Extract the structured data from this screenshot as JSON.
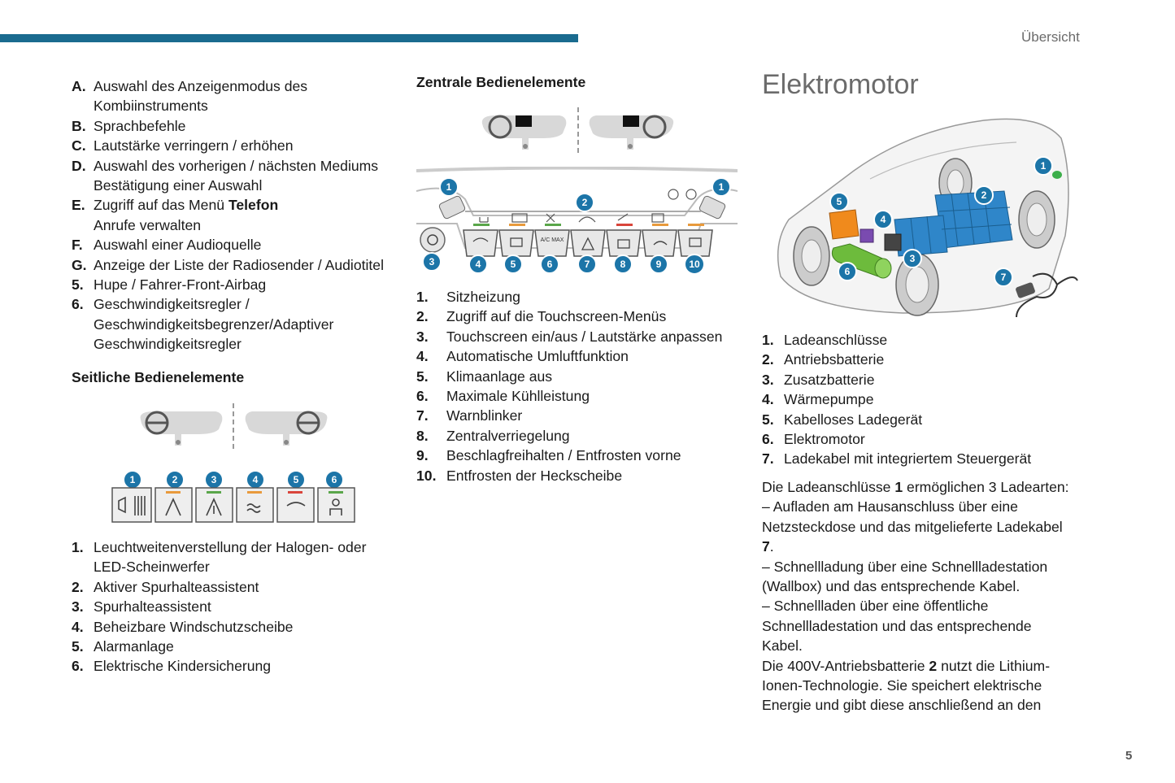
{
  "header": {
    "section": "Übersicht"
  },
  "footer": {
    "page_number": "5"
  },
  "col1": {
    "items": [
      {
        "key": "A.",
        "lines": [
          "Auswahl des Anzeigenmodus des",
          "Kombiinstruments"
        ]
      },
      {
        "key": "B.",
        "lines": [
          "Sprachbefehle"
        ]
      },
      {
        "key": "C.",
        "lines": [
          "Lautstärke verringern / erhöhen"
        ]
      },
      {
        "key": "D.",
        "lines": [
          "Auswahl des vorherigen / nächsten Mediums",
          "Bestätigung einer Auswahl"
        ]
      },
      {
        "key": "E.",
        "pre": "Zugriff auf das Menü ",
        "bold": "Telefon",
        "lines": [
          "Anrufe verwalten"
        ]
      },
      {
        "key": "F.",
        "lines": [
          "Auswahl einer Audioquelle"
        ]
      },
      {
        "key": "G.",
        "lines": [
          "Anzeige der Liste der Radiosender / Audiotitel"
        ]
      },
      {
        "key": "5.",
        "lines": [
          "Hupe / Fahrer-Front-Airbag"
        ]
      },
      {
        "key": "6.",
        "lines": [
          "Geschwindigkeitsregler /",
          "Geschwindigkeitsbegrenzer/Adaptiver",
          "Geschwindigkeitsregler"
        ]
      }
    ],
    "heading": "Seitliche Bedienelemente",
    "side_items": [
      {
        "key": "1.",
        "lines": [
          "Leuchtweitenverstellung der Halogen- oder",
          "LED-Scheinwerfer"
        ]
      },
      {
        "key": "2.",
        "lines": [
          "Aktiver Spurhalteassistent"
        ]
      },
      {
        "key": "3.",
        "lines": [
          "Spurhalteassistent"
        ]
      },
      {
        "key": "4.",
        "lines": [
          "Beheizbare Windschutzscheibe"
        ]
      },
      {
        "key": "5.",
        "lines": [
          "Alarmanlage"
        ]
      },
      {
        "key": "6.",
        "lines": [
          "Elektrische Kindersicherung"
        ]
      }
    ],
    "side_badges": [
      "1",
      "2",
      "3",
      "4",
      "5",
      "6"
    ],
    "side_icons": [
      "||D",
      "A OFF",
      "/|\\",
      "~~~",
      "OFF",
      "child"
    ]
  },
  "col2": {
    "heading": "Zentrale Bedienelemente",
    "items": [
      {
        "key": "1.",
        "lines": [
          "Sitzheizung"
        ]
      },
      {
        "key": "2.",
        "lines": [
          "Zugriff auf die Touchscreen-Menüs"
        ]
      },
      {
        "key": "3.",
        "lines": [
          "Touchscreen ein/aus / Lautstärke anpassen"
        ]
      },
      {
        "key": "4.",
        "lines": [
          "Automatische Umluftfunktion"
        ]
      },
      {
        "key": "5.",
        "lines": [
          "Klimaanlage aus"
        ]
      },
      {
        "key": "6.",
        "lines": [
          "Maximale Kühlleistung"
        ]
      },
      {
        "key": "7.",
        "lines": [
          "Warnblinker"
        ]
      },
      {
        "key": "8.",
        "lines": [
          "Zentralverriegelung"
        ]
      },
      {
        "key": "9.",
        "lines": [
          "Beschlagfreihalten / Entfrosten vorne"
        ]
      },
      {
        "key": "10.",
        "lines": [
          "Entfrosten der Heckscheibe"
        ]
      }
    ],
    "panel_badges": [
      "1",
      "2",
      "1",
      "3",
      "4",
      "5",
      "6",
      "7",
      "8",
      "9",
      "10"
    ],
    "button_labels": [
      "A/C MAX"
    ]
  },
  "col3": {
    "title": "Elektromotor",
    "items": [
      {
        "key": "1.",
        "lines": [
          "Ladeanschlüsse"
        ]
      },
      {
        "key": "2.",
        "lines": [
          "Antriebsbatterie"
        ]
      },
      {
        "key": "3.",
        "lines": [
          "Zusatzbatterie"
        ]
      },
      {
        "key": "4.",
        "lines": [
          "Wärmepumpe"
        ]
      },
      {
        "key": "5.",
        "lines": [
          "Kabelloses Ladegerät"
        ]
      },
      {
        "key": "6.",
        "lines": [
          "Elektromotor"
        ]
      },
      {
        "key": "7.",
        "lines": [
          "Ladekabel mit integriertem Steuergerät"
        ]
      }
    ],
    "car_badges": [
      "1",
      "2",
      "3",
      "4",
      "5",
      "6",
      "7"
    ],
    "para": {
      "l1_pre": "Die Ladeanschlüsse ",
      "l1_bold": "1",
      "l1_post": " ermöglichen 3 Ladearten:",
      "l2": "–  Aufladen am Hausanschluss über eine",
      "l3": "Netzsteckdose und das mitgelieferte Ladekabel",
      "l4_bold": "7",
      "l4_post": ".",
      "l5": "–  Schnellladung über eine Schnellladestation",
      "l6": "(Wallbox) und das entsprechende Kabel.",
      "l7": "–  Schnellladen über eine öffentliche",
      "l8": "Schnellladestation und das entsprechende",
      "l9": "Kabel.",
      "l10_pre": "Die 400V-Antriebsbatterie ",
      "l10_bold": "2",
      "l10_post": " nutzt die Lithium-",
      "l11": "Ionen-Technologie. Sie speichert elektrische",
      "l12": "Energie und gibt diese anschließend an den"
    }
  },
  "colors": {
    "accent_bar": "#1a6b8f",
    "badge": "#1c75a8",
    "battery": "#2f86c9",
    "motor": "#6dbb3c",
    "charger": "#f08a1c"
  }
}
